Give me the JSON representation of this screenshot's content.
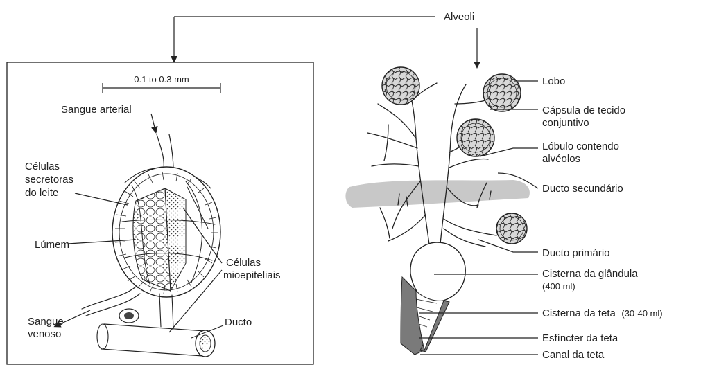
{
  "top_label": "Alveoli",
  "left_panel": {
    "scale": "0.1 to 0.3 mm",
    "labels": {
      "arterial": "Sangue arterial",
      "secretory": [
        "Células",
        "secretoras",
        "do leite"
      ],
      "lumen": "Lúmem",
      "myoepithelial": [
        "Células",
        "mioepiteliais"
      ],
      "venous": [
        "Sangue",
        "venoso"
      ],
      "duct": "Ducto"
    }
  },
  "right_panel": {
    "labels": {
      "lobe": "Lobo",
      "capsule": [
        "Cápsula de tecido",
        "conjuntivo"
      ],
      "lobule": [
        "Lóbulo contendo",
        "alvéolos"
      ],
      "secondary_duct": "Ducto secundário",
      "primary_duct": "Ducto primário",
      "gland_cistern": "Cisterna da glândula",
      "gland_cistern_volume": "(400 ml)",
      "teat_cistern": "Cisterna da teta",
      "teat_cistern_volume": "(30-40 ml)",
      "teat_sphincter": "Esfíncter da teta",
      "teat_canal": "Canal da teta"
    }
  },
  "colors": {
    "ink": "#222222",
    "band": "#c8c8c8",
    "teat_wall": "#7a7a7a"
  }
}
